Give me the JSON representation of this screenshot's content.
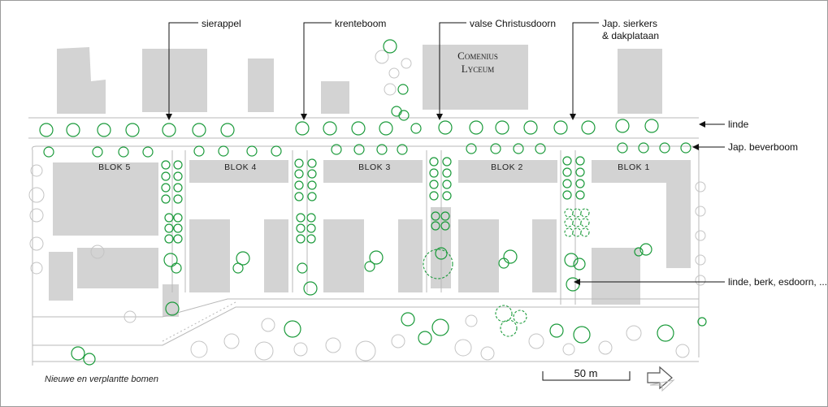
{
  "school": {
    "line1": "Comenius",
    "line2": "Lyceum"
  },
  "callouts_top": {
    "sierappel": "sierappel",
    "krenteboom": "krenteboom",
    "christusdoorn": "valse Christusdoorn",
    "sierkers_line1": "Jap. sierkers",
    "sierkers_line2": "& dakplataan"
  },
  "callouts_right": {
    "linde": "linde",
    "beverboom": "Jap. beverboom",
    "mixed": "linde, berk, esdoorn, ..."
  },
  "blocks": [
    "BLOK 5",
    "BLOK 4",
    "BLOK 3",
    "BLOK 2",
    "BLOK 1"
  ],
  "legend": "Nieuwe en verplantte bomen",
  "scale_bar": {
    "label": "50 m"
  },
  "colors": {
    "new_trees": "#1a9a3a",
    "existing_trees": "#c4c4c4",
    "buildings": "#d3d3d3"
  },
  "icons": [
    "north-arrow-icon"
  ]
}
